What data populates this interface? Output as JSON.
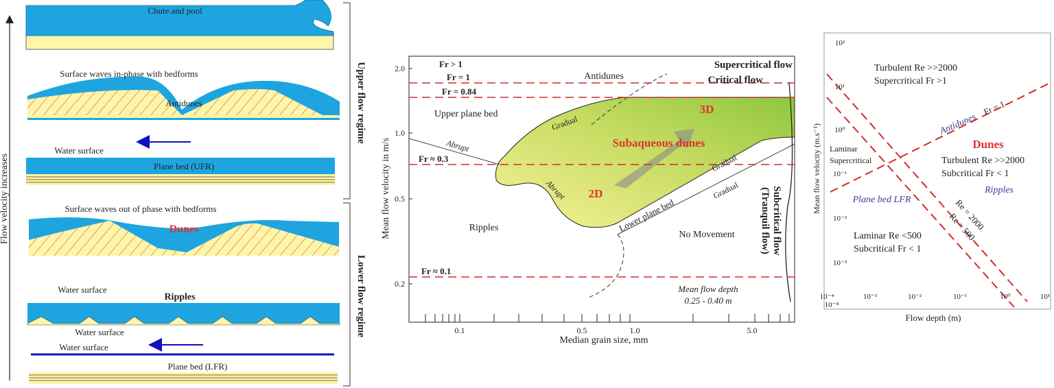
{
  "panel_a": {
    "axis_label": "Flow velocity increases",
    "upper_regime_label": "Upper flow regime",
    "lower_regime_label": "Lower flow regime",
    "chute_pool": "Chute and pool",
    "surface_in_phase": "Surface waves in-phase with bedforms",
    "antidunes": "Antidunes",
    "water_surface_1": "Water surface",
    "plane_bed_ufr": "Plane bed (UFR)",
    "surface_out_phase": "Surface waves out of phase with bedforms",
    "dunes": "Dunes",
    "water_surface_2": "Water surface",
    "ripples": "Ripples",
    "water_surface_3": "Water surface",
    "water_surface_4": "Water surface",
    "plane_bed_lfr": "Plane bed (LFR)"
  },
  "panel_b": {
    "ylabel": "Mean flow velocity in m/s",
    "xlabel": "Median grain size, mm",
    "yticks": [
      "2.0",
      "1.0",
      "0.5",
      "0.2"
    ],
    "xticks": [
      "0.1",
      "0.5",
      "1.0",
      "5.0"
    ],
    "fr_gt1": "Fr > 1",
    "fr_1": "Fr = 1",
    "fr_084": "Fr = 0.84",
    "fr_03": "Fr ≈ 0.3",
    "fr_01": "Fr ≈ 0.1",
    "antidunes": "Antidunes",
    "supercritical": "Supercritical flow",
    "critical": "Critical flow",
    "upper_plane_bed": "Upper plane bed",
    "gradual_top": "Gradual",
    "abrupt_left": "Abrupt",
    "abrupt_bottom": "Abrupt",
    "subaqueous_dunes": "Subaqueous dunes",
    "label_3d": "3D",
    "label_2d": "2D",
    "gradual_right": "Gradual",
    "gradual_lower": "Gradual",
    "lower_plane_bed": "Lower plane bed",
    "ripples": "Ripples",
    "no_movement": "No Movement",
    "subcritical_1": "Subcritical flow",
    "subcritical_2": "(Tranquil flow)",
    "depth_1": "Mean flow depth",
    "depth_2": "0.25 - 0.40 m"
  },
  "panel_c": {
    "ylabel": "Mean flow velocity (m.s⁻¹)",
    "xlabel": "Flow depth (m)",
    "yticks": [
      "10²",
      "10¹",
      "10⁰",
      "10⁻¹",
      "10⁻²",
      "10⁻³"
    ],
    "xticks": [
      "10⁻⁴",
      "10⁻³",
      "10⁻²",
      "10⁻¹",
      "10⁰",
      "10¹"
    ],
    "ybottom": "10⁻⁴",
    "turbulent_top_1": "Turbulent Re >>2000",
    "turbulent_top_2": "Supercritical Fr >1",
    "antidunes": "Antidunes",
    "fr1": "Fr = 1",
    "laminar_sup_1": "Laminar",
    "laminar_sup_2": "Supercritical",
    "dunes": "Dunes",
    "turbulent_mid_1": "Turbulent Re >>2000",
    "turbulent_mid_2": "Subcritical Fr < 1",
    "ripples": "Ripples",
    "plane_bed": "Plane bed LFR",
    "re2000": "Re = 2000",
    "re500": "Re = 500",
    "laminar_bot_1": "Laminar Re <500",
    "laminar_bot_2": "Subcritical Fr < 1"
  },
  "colors": {
    "water": "#1ea5e0",
    "sand": "#fdf5a8",
    "hatch": "#e0605a",
    "red_dash": "#d42a2a",
    "red_text": "#e0322e",
    "blue_text": "#3a3a9a",
    "arrow_blue": "#1010c0",
    "green": "#8fc63f",
    "yellow": "#f7f29a"
  }
}
